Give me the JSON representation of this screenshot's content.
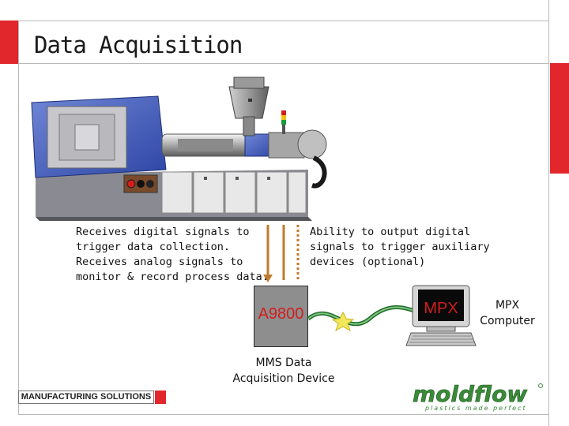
{
  "slide": {
    "title": "Data Acquisition",
    "accent_color": "#e1272b"
  },
  "machine": {
    "icon": "injection-molding-machine-icon"
  },
  "captions": {
    "left": "Receives digital signals to\ntrigger data collection.\nReceives analog signals to\nmonitor & record process data.",
    "right": "Ability to output digital\nsignals to trigger auxiliary\ndevices (optional)"
  },
  "a9800": {
    "screen_text": "A9800",
    "label": "MMS Data\nAcquisition Device"
  },
  "computer": {
    "screen_text": "MPX",
    "label": "MPX\nComputer"
  },
  "footer": {
    "label": "MANUFACTURING SOLUTIONS",
    "logo_text": "moldflow",
    "logo_tagline": "plastics made perfect",
    "logo_color": "#3a8a3a"
  }
}
